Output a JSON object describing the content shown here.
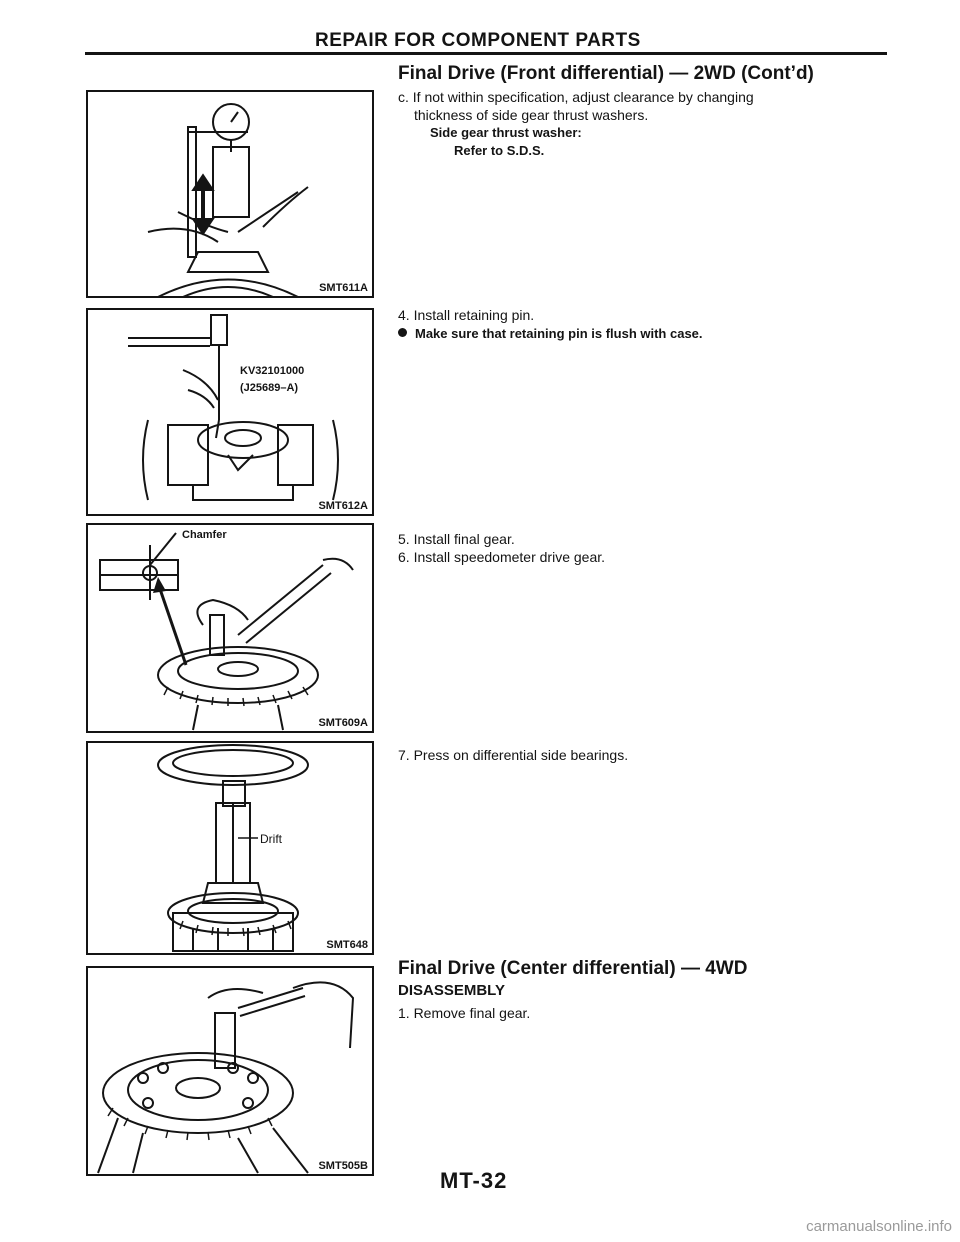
{
  "header": "REPAIR FOR COMPONENT PARTS",
  "figures": [
    {
      "id": "SMT611A"
    },
    {
      "id": "SMT612A",
      "callouts": [
        "KV32101000",
        "(J25689–A)"
      ]
    },
    {
      "id": "SMT609A",
      "callouts": [
        "Chamfer"
      ]
    },
    {
      "id": "SMT648",
      "callouts": [
        "Drift"
      ]
    },
    {
      "id": "SMT505B"
    }
  ],
  "sections": {
    "front": {
      "title": "Final Drive (Front differential) — 2WD (Cont’d)",
      "step_c": "c.  If not within specification, adjust clearance by changing",
      "step_c2": "thickness of side gear thrust washers.",
      "spec_label": "Side gear thrust washer:",
      "spec_value": "Refer to S.D.S.",
      "step4": "4.  Install retaining pin.",
      "step4_note": "Make sure that retaining pin is flush with case.",
      "step5": "5.  Install final gear.",
      "step6": "6.  Install speedometer drive gear.",
      "step7": "7.  Press on differential side bearings."
    },
    "center": {
      "title": "Final Drive (Center differential) — 4WD",
      "subtitle": "DISASSEMBLY",
      "step1": "1.  Remove final gear."
    }
  },
  "page_number": "MT-32",
  "watermark": "carmanualsonline.info"
}
